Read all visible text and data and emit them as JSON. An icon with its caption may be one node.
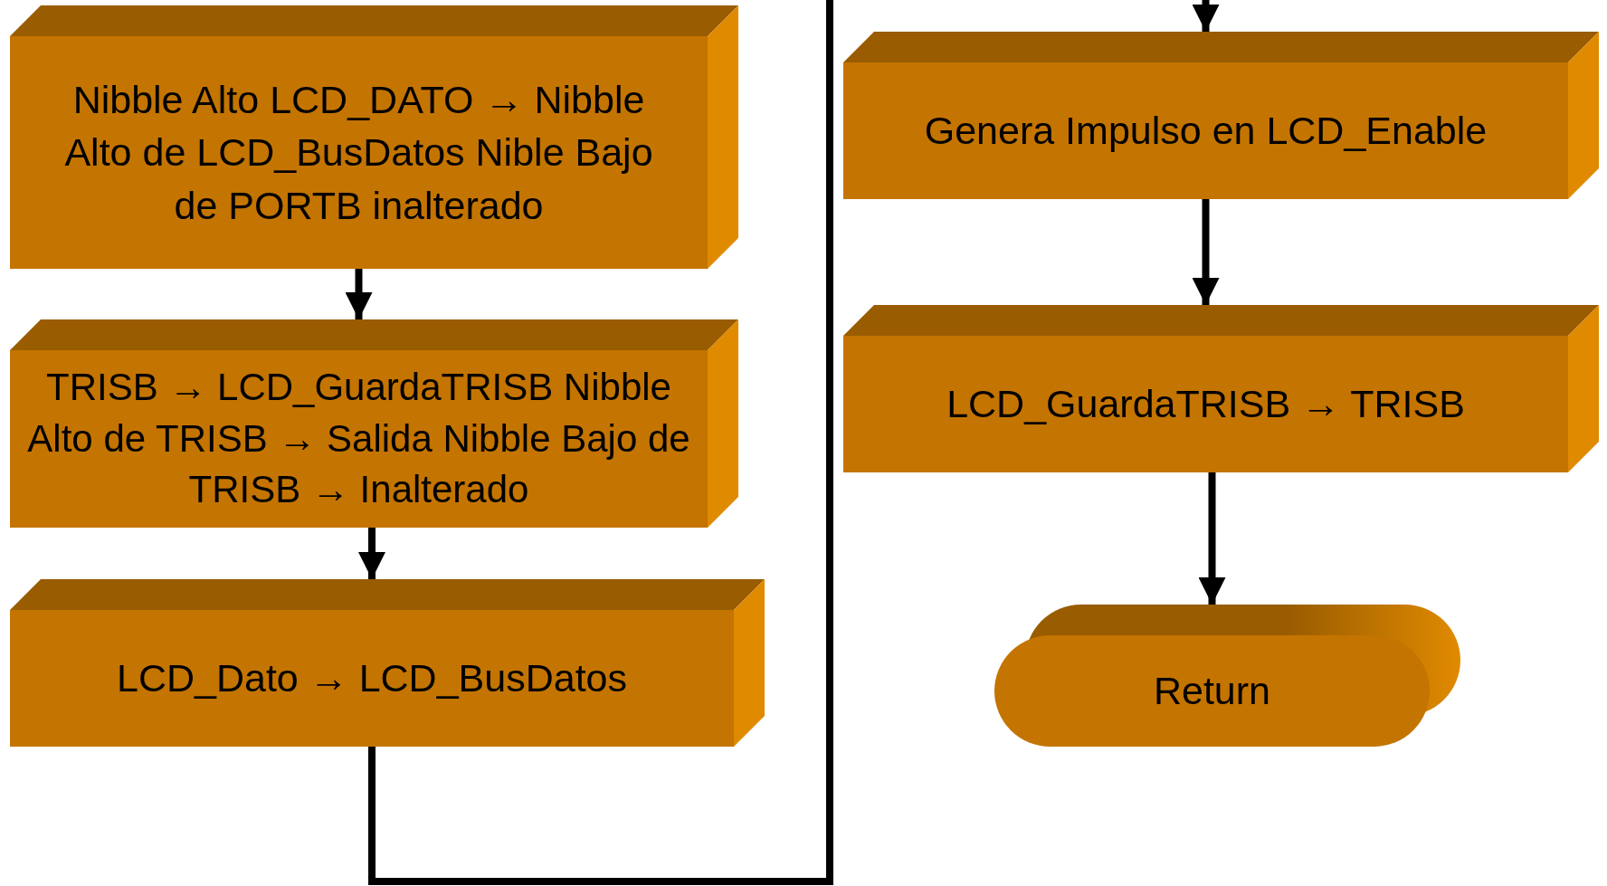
{
  "diagram": {
    "nodes": [
      {
        "text": [
          "Nibble Alto LCD_DATO → Nibble Alto de LCD_BusDatos Nible Bajo de PORTB inalterado"
        ]
      },
      {
        "text": [
          "TRISB → LCD_GuardaTRISB Nibble Alto de TRISB → Salida Nibble Bajo de TRISB → Inalterado"
        ]
      },
      {
        "text": [
          "LCD_Dato → LCD_BusDatos"
        ]
      },
      {
        "text": [
          "Genera Impulso en LCD_Enable"
        ]
      },
      {
        "text": [
          "LCD_GuardaTRISB → TRISB"
        ]
      },
      {
        "text": [
          "Return"
        ]
      }
    ],
    "edges": [
      {
        "from": 0,
        "to": 1,
        "arrow": "to"
      },
      {
        "from": 1,
        "to": 2,
        "arrow": "to"
      },
      {
        "from": 2,
        "to": 3,
        "arrow": "to"
      },
      {
        "from": 3,
        "to": 4,
        "arrow": "to"
      },
      {
        "from": 4,
        "to": 5,
        "arrow": "to"
      }
    ]
  }
}
